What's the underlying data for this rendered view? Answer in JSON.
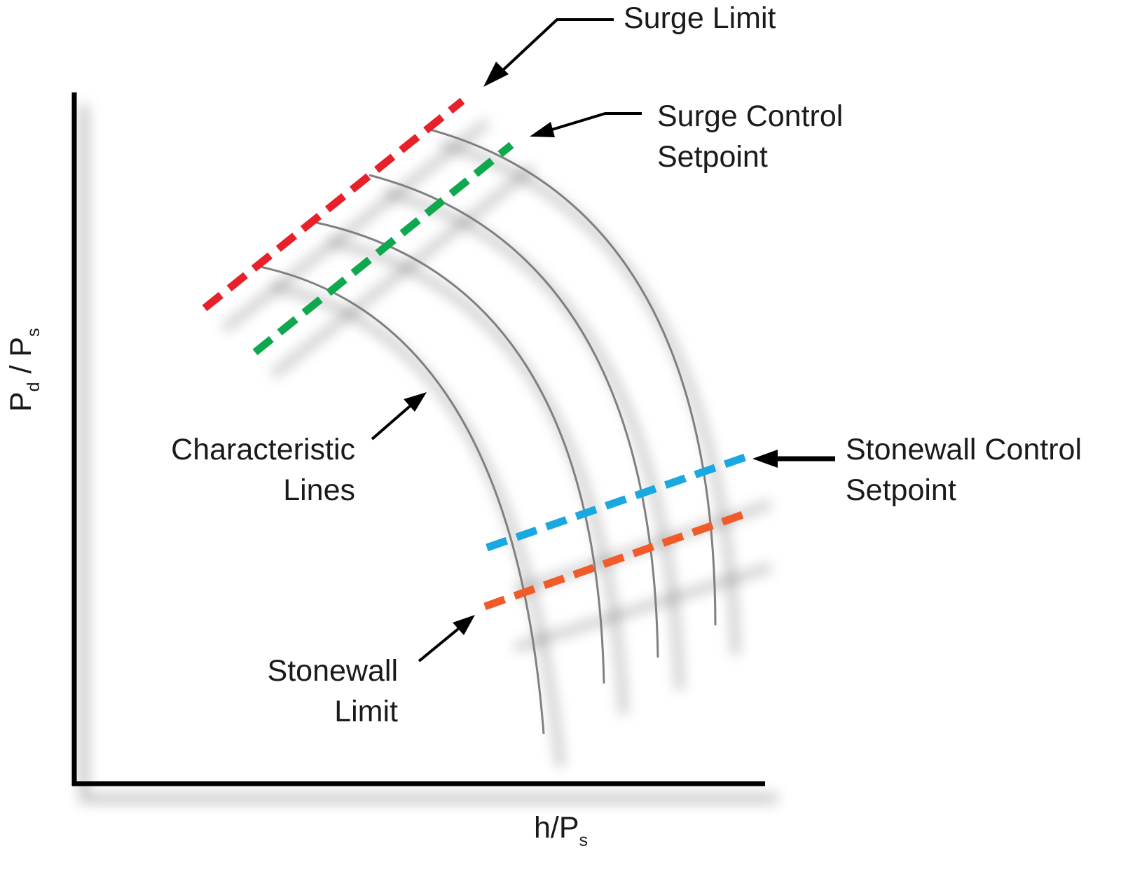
{
  "axes": {
    "x_label": "h/P",
    "x_label_sub": "s",
    "y_label_main_1": "P",
    "y_label_sub_1": "d",
    "y_label_sep": " / ",
    "y_label_main_2": "P",
    "y_label_sub_2": "s"
  },
  "labels": {
    "surge_limit": "Surge Limit",
    "surge_control_line1": "Surge Control",
    "surge_control_line2": "Setpoint",
    "characteristic_line1": "Characteristic",
    "characteristic_line2": "Lines",
    "stonewall_control_line1": "Stonewall Control",
    "stonewall_control_line2": "Setpoint",
    "stonewall_limit_line1": "Stonewall",
    "stonewall_limit_line2": "Limit"
  },
  "colors": {
    "surge_limit": "#e8202a",
    "surge_control_setpoint": "#0fa84e",
    "stonewall_control_setpoint": "#1aa8e0",
    "stonewall_limit": "#f15a29",
    "characteristic_line": "#808080",
    "axis": "#000000"
  }
}
